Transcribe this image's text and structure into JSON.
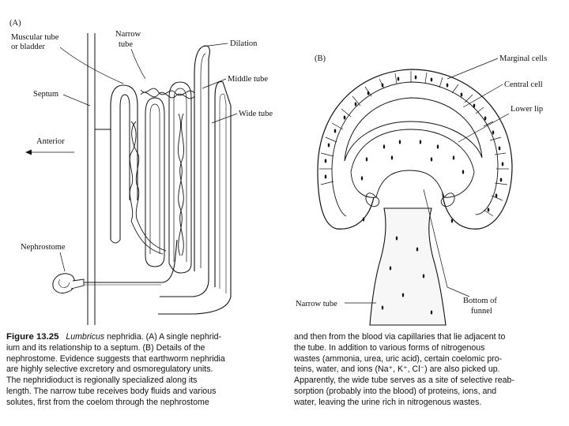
{
  "panel_a": {
    "panel_label": "(A)",
    "labels": {
      "muscular_tube_line1": "Muscular tube",
      "muscular_tube_line2": "or bladder",
      "narrow_tube_line1": "Narrow",
      "narrow_tube_line2": "tube",
      "dilation": "Dilation",
      "middle_tube": "Middle tube",
      "wide_tube": "Wide tube",
      "septum": "Septum",
      "anterior": "Anterior",
      "nephrostome": "Nephrostome"
    }
  },
  "panel_b": {
    "panel_label": "(B)",
    "labels": {
      "marginal_cells": "Marginal cells",
      "central_cell": "Central cell",
      "lower_lip": "Lower lip",
      "narrow_tube": "Narrow tube",
      "bottom_of_funnel_line1": "Bottom of",
      "bottom_of_funnel_line2": "funnel"
    }
  },
  "caption": {
    "figure_number": "Figure 13.25",
    "genus": "Lumbricus",
    "left_lines": [
      " nephridia. (A) A single nephrid-",
      "ium and its relationship to a septum. (B) Details of the",
      "nephrostome. Evidence suggests that earthworm nephridia",
      "are highly selective excretory and osmoregulatory units.",
      "The nephridioduct is regionally specialized along its",
      "length. The narrow tube receives body fluids and various",
      "solutes, first from the coelom through the nephrostome"
    ],
    "right_lines": [
      "and then from the blood via capillaries that lie adjacent to",
      "the tube. In addition to various forms of nitrogenous",
      "wastes (ammonia, urea, uric acid), certain coelomic pro-",
      "teins, water, and ions (Na⁺, K⁺, Cl⁻) are also picked up.",
      "Apparently, the wide tube serves as a site of selective reab-",
      "sorption (probably into the blood) of proteins, ions, and",
      "water, leaving the urine rich in nitrogenous wastes."
    ]
  }
}
